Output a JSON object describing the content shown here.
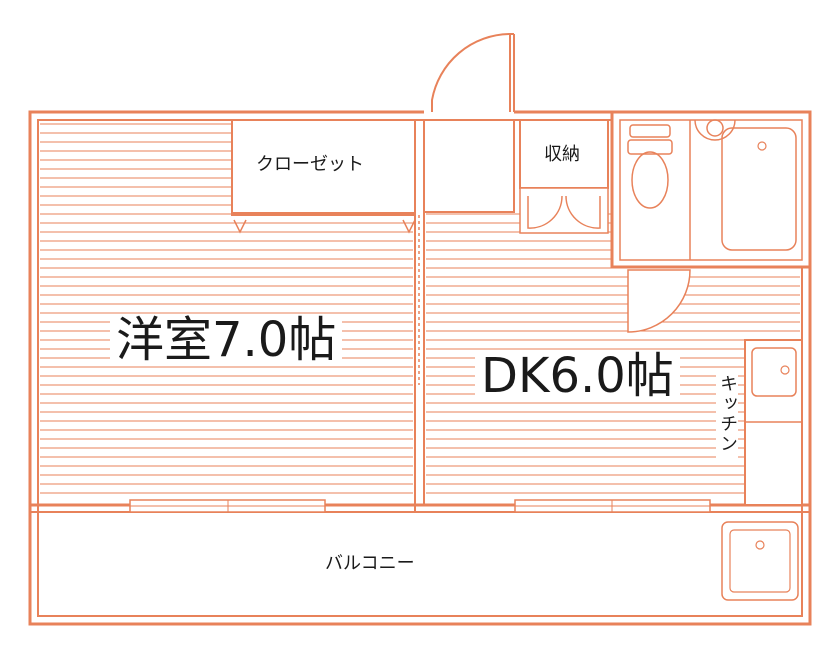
{
  "colors": {
    "wall": "#e8825a",
    "floor_lines": "#e8825a",
    "text": "#1a1a1a"
  },
  "rooms": {
    "western_room": {
      "label": "洋室7.0帖"
    },
    "dining_kitchen": {
      "label": "DK6.0帖"
    },
    "closet": {
      "label": "クローゼット"
    },
    "storage": {
      "label": "収納"
    },
    "kitchen": {
      "label": "キッチン"
    },
    "balcony": {
      "label": "バルコニー"
    }
  }
}
